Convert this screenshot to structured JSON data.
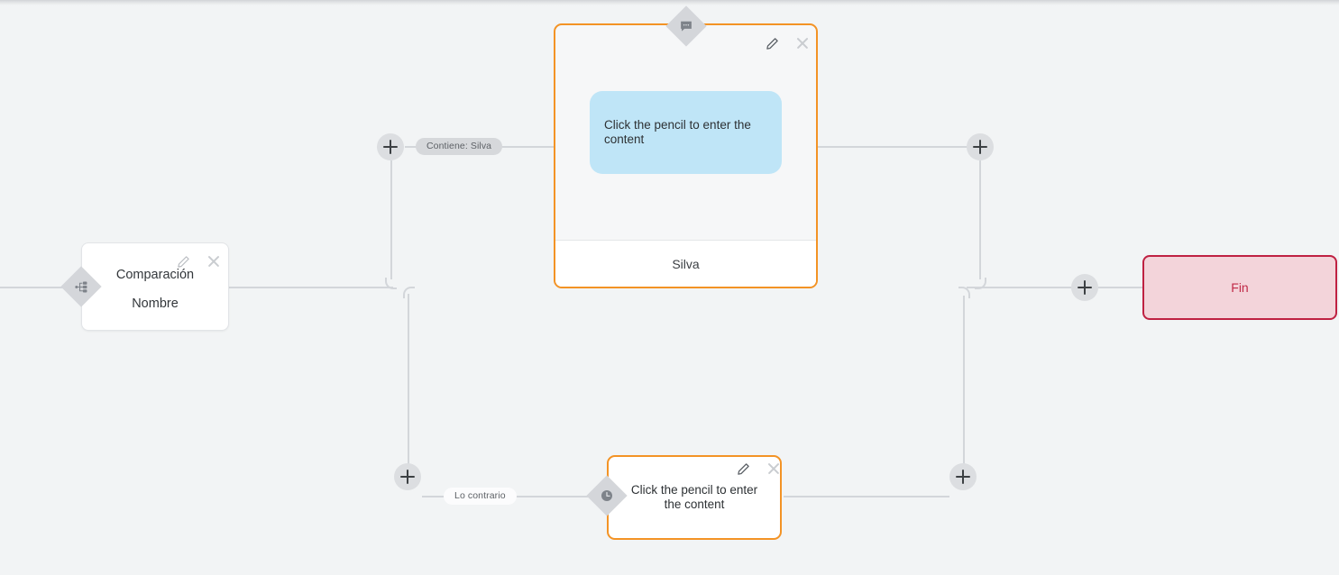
{
  "canvas": {
    "background_color": "#f2f4f5",
    "connector_color": "#d3d6da"
  },
  "nodes": [
    {
      "id": "comparacion",
      "type": "condition",
      "title": "Comparación",
      "subtitle": "Nombre",
      "badge_icon": "branch-icon",
      "actions": {
        "edit": "pencil-icon",
        "close": "close-icon"
      }
    },
    {
      "id": "message-silva",
      "type": "message",
      "badge_icon": "chat-bubble-icon",
      "bubble_text": "Click the pencil to enter the content",
      "footer_text": "Silva",
      "accent_color": "#f39325",
      "bubble_color": "#bfe5f7",
      "actions": {
        "edit": "pencil-icon",
        "close": "close-icon"
      }
    },
    {
      "id": "message-contrario",
      "type": "message",
      "badge_icon": "clock-icon",
      "text": "Click the pencil to enter the content",
      "accent_color": "#f39325",
      "actions": {
        "edit": "pencil-icon",
        "close": "close-icon"
      }
    },
    {
      "id": "fin",
      "type": "end",
      "label": "Fin",
      "border_color": "#bf2142",
      "fill_color": "#f3d4da",
      "text_color": "#c02a47"
    }
  ],
  "edge_labels": [
    {
      "id": "contiene-silva",
      "text": "Contiene: Silva",
      "style": "grey"
    },
    {
      "id": "lo-contrario",
      "text": "Lo contrario",
      "style": "white"
    }
  ],
  "add_buttons": [
    {
      "id": "add-branch-top-left",
      "icon": "plus-icon"
    },
    {
      "id": "add-branch-bottom-left",
      "icon": "plus-icon"
    },
    {
      "id": "add-branch-top-right",
      "icon": "plus-icon"
    },
    {
      "id": "add-branch-bottom-right",
      "icon": "plus-icon"
    },
    {
      "id": "add-before-end",
      "icon": "plus-icon"
    }
  ]
}
